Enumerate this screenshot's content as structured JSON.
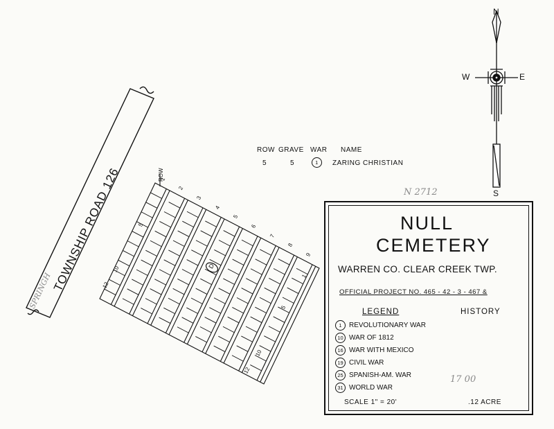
{
  "compass": {
    "north": "N",
    "south": "S",
    "east": "E",
    "west": "W"
  },
  "road": {
    "label": "TOWNSHIP ROAD 126",
    "pencil": "SPRINGH"
  },
  "grave_table": {
    "headers": [
      "ROW",
      "GRAVE",
      "WAR",
      "NAME"
    ],
    "rows": [
      {
        "row": "5",
        "grave": "5",
        "war": "1",
        "name": "ZARING CHRISTIAN"
      }
    ]
  },
  "plot": {
    "row_header": "ROW",
    "row_numbers": [
      "1",
      "2",
      "3",
      "4",
      "5",
      "6",
      "7",
      "8",
      "9"
    ],
    "cell_labels": {
      "left_top": "5",
      "left_mid": "10",
      "left_bottom": "12",
      "right_top": "1",
      "right_mid": "5",
      "right_low": "10",
      "right_bottom": "12"
    },
    "marked_grave": "D"
  },
  "stamp": "N 2712",
  "title": {
    "line1": "NULL",
    "line2": "CEMETERY",
    "location": "WARREN CO. CLEAR CREEK TWP.",
    "project": "OFFICIAL PROJECT NO. 465 - 42 - 3 - 467 &"
  },
  "legend": {
    "heading": "LEGEND",
    "history": "HISTORY",
    "items": [
      {
        "num": "1",
        "label": "REVOLUTIONARY WAR"
      },
      {
        "num": "10",
        "label": "WAR OF 1812"
      },
      {
        "num": "16",
        "label": "WAR WITH MEXICO"
      },
      {
        "num": "19",
        "label": "CIVIL WAR"
      },
      {
        "num": "25",
        "label": "SPANISH-AM. WAR"
      },
      {
        "num": "31",
        "label": "WORLD WAR"
      }
    ],
    "pencil_note": "17 00"
  },
  "footer": {
    "scale": "SCALE 1\" = 20'",
    "acre": ".12 ACRE"
  }
}
